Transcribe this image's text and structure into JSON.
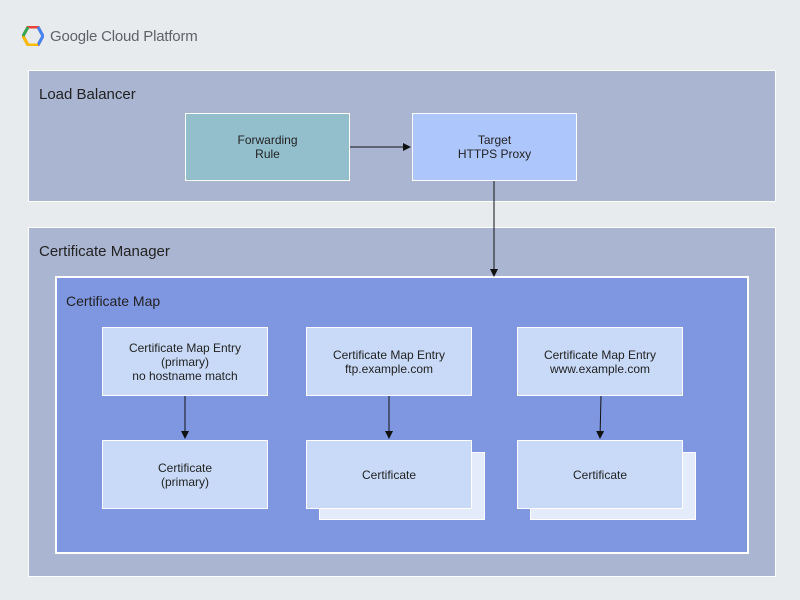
{
  "logo": {
    "brand": "Google Cloud Platform",
    "icon": "google-cloud-hexagon-icon"
  },
  "load_balancer": {
    "title": "Load Balancer",
    "forwarding_rule": "Forwarding\nRule",
    "target_proxy": "Target\nHTTPS Proxy"
  },
  "certificate_manager": {
    "title": "Certificate Manager",
    "certificate_map": {
      "title": "Certificate Map",
      "entries": [
        {
          "label": "Certificate Map Entry\n(primary)\nno hostname match",
          "certificate": "Certificate\n(primary)"
        },
        {
          "label": "Certificate Map Entry\nftp.example.com",
          "certificate": "Certificate"
        },
        {
          "label": "Certificate Map Entry\nwww.example.com",
          "certificate": "Certificate"
        }
      ]
    }
  },
  "colors": {
    "background": "#e8ebee",
    "group_fill": "#aab5d1",
    "map_fill": "#7f96e1",
    "forwarding_rule_fill": "#93bfcc",
    "proxy_fill": "#adc6fb",
    "entry_fill": "#c8daf7"
  }
}
